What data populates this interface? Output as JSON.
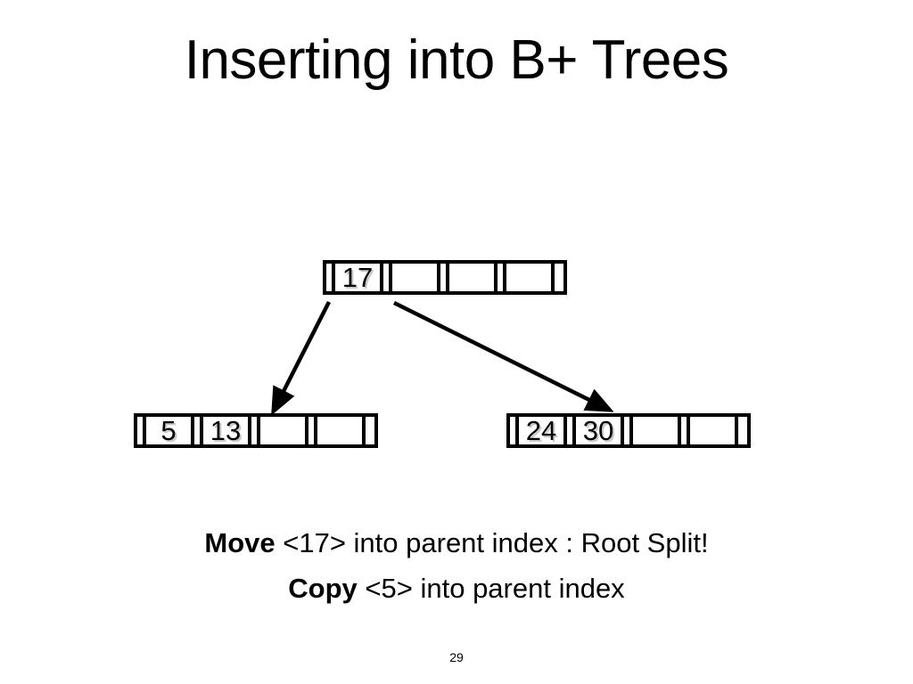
{
  "slide": {
    "title": "Inserting into B+ Trees",
    "number": "29",
    "background_color": "#ffffff",
    "text_color": "#000000",
    "shadow_color": "#c9c9c9"
  },
  "diagram": {
    "type": "b-plus-tree",
    "nodes": [
      {
        "id": "root",
        "role": "root-index-node",
        "keys": [
          "17"
        ],
        "capacity": 4,
        "cells": [
          "17",
          "",
          "",
          ""
        ]
      },
      {
        "id": "leaf-left",
        "role": "leaf-node",
        "keys": [
          "5",
          "13"
        ],
        "capacity": 4,
        "cells": [
          "5",
          "13",
          "",
          ""
        ]
      },
      {
        "id": "leaf-right",
        "role": "leaf-node",
        "keys": [
          "24",
          "30"
        ],
        "capacity": 4,
        "cells": [
          "24",
          "30",
          "",
          ""
        ]
      }
    ],
    "edges": [
      {
        "id": "edge-root-to-left",
        "from": "root",
        "to": "leaf-left",
        "arrow": "down-left"
      },
      {
        "id": "edge-root-to-right",
        "from": "root",
        "to": "leaf-right",
        "arrow": "down-right"
      }
    ]
  },
  "caption": {
    "line1": {
      "bold": "Move",
      "rest": " <17> into parent index : Root Split!"
    },
    "line2": {
      "bold": "Copy",
      "rest": " <5> into parent index"
    }
  }
}
